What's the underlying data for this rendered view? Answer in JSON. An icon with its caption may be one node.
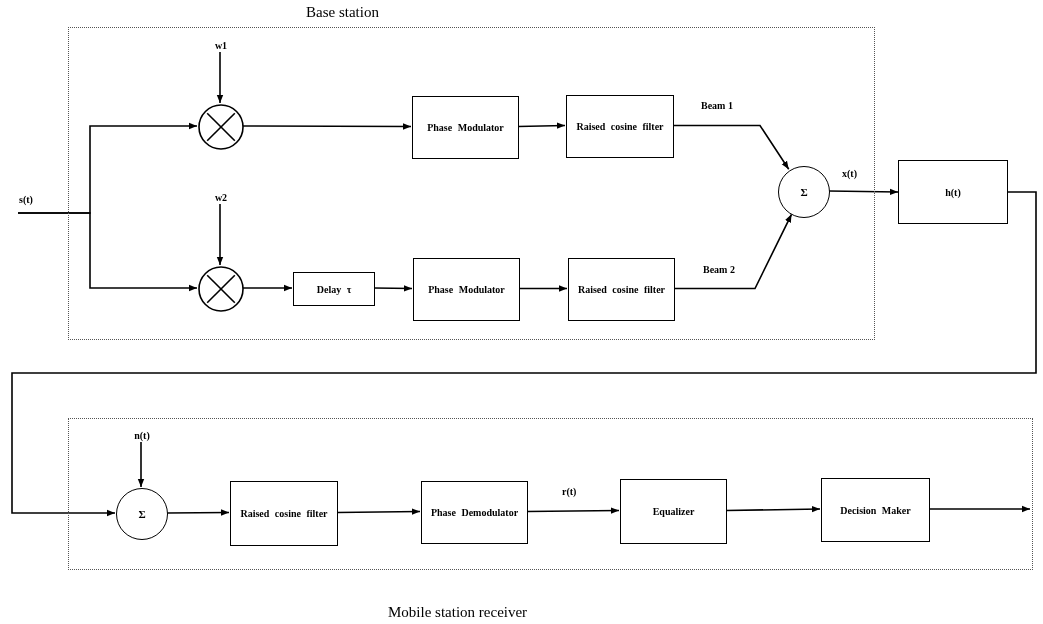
{
  "diagram": {
    "nodes": [
      {
        "text": [
          "Base station"
        ]
      },
      {
        "text": [],
        "shape": "circle",
        "in": 0
      },
      {
        "text": [],
        "shape": "circle",
        "in": 0
      },
      {
        "text": [
          "Delay τ"
        ],
        "in": 0
      },
      {
        "text": [
          "Phase Modulator"
        ],
        "in": 0
      },
      {
        "text": [
          "Phase Modulator"
        ],
        "in": 0
      },
      {
        "text": [
          "Raised cosine filter"
        ],
        "in": 0
      },
      {
        "text": [
          "Raised cosine filter"
        ],
        "in": 0
      },
      {
        "text": [
          "Σ"
        ],
        "in": 0
      },
      {
        "text": [
          "h(t)"
        ]
      },
      {
        "text": [
          "Mobile station receiver"
        ]
      },
      {
        "text": [
          "Σ"
        ],
        "in": 10
      },
      {
        "text": [
          "Raised cosine filter"
        ],
        "in": 10
      },
      {
        "text": [
          "Phase Demodulator"
        ],
        "in": 10
      },
      {
        "text": [
          "Equalizer"
        ],
        "in": 10
      },
      {
        "text": [
          "Decision Maker"
        ],
        "in": 10
      },
      {
        "text": [
          "w1"
        ],
        "in": 0
      },
      {
        "text": [
          "w2"
        ],
        "in": 0
      },
      {
        "text": [
          "n(t)"
        ],
        "in": 10
      }
    ],
    "edges": [
      {
        "from": null,
        "to": 1,
        "arrow": "to",
        "label": "s(t)"
      },
      {
        "from": null,
        "to": 2,
        "arrow": "to"
      },
      {
        "from": 16,
        "to": 1,
        "arrow": "to"
      },
      {
        "from": 17,
        "to": 2,
        "arrow": "to"
      },
      {
        "from": 1,
        "to": 4,
        "arrow": "to"
      },
      {
        "from": 2,
        "to": 3,
        "arrow": "to"
      },
      {
        "from": 3,
        "to": 5,
        "arrow": "to"
      },
      {
        "from": 4,
        "to": 6,
        "arrow": "to"
      },
      {
        "from": 5,
        "to": 7,
        "arrow": "to"
      },
      {
        "from": 6,
        "to": 8,
        "arrow": "to",
        "label": "Beam 1"
      },
      {
        "from": 7,
        "to": 8,
        "arrow": "to",
        "label": "Beam 2"
      },
      {
        "from": 8,
        "to": 9,
        "arrow": "to",
        "label": "x(t)"
      },
      {
        "from": 9,
        "to": 11,
        "arrow": "to"
      },
      {
        "from": 18,
        "to": 11,
        "arrow": "to"
      },
      {
        "from": 11,
        "to": 12,
        "arrow": "to"
      },
      {
        "from": 12,
        "to": 13,
        "arrow": "to"
      },
      {
        "from": 13,
        "to": 14,
        "arrow": "to",
        "label": "r(t)"
      },
      {
        "from": 14,
        "to": 15,
        "arrow": "to"
      },
      {
        "from": 15,
        "to": null,
        "arrow": "to"
      }
    ]
  }
}
